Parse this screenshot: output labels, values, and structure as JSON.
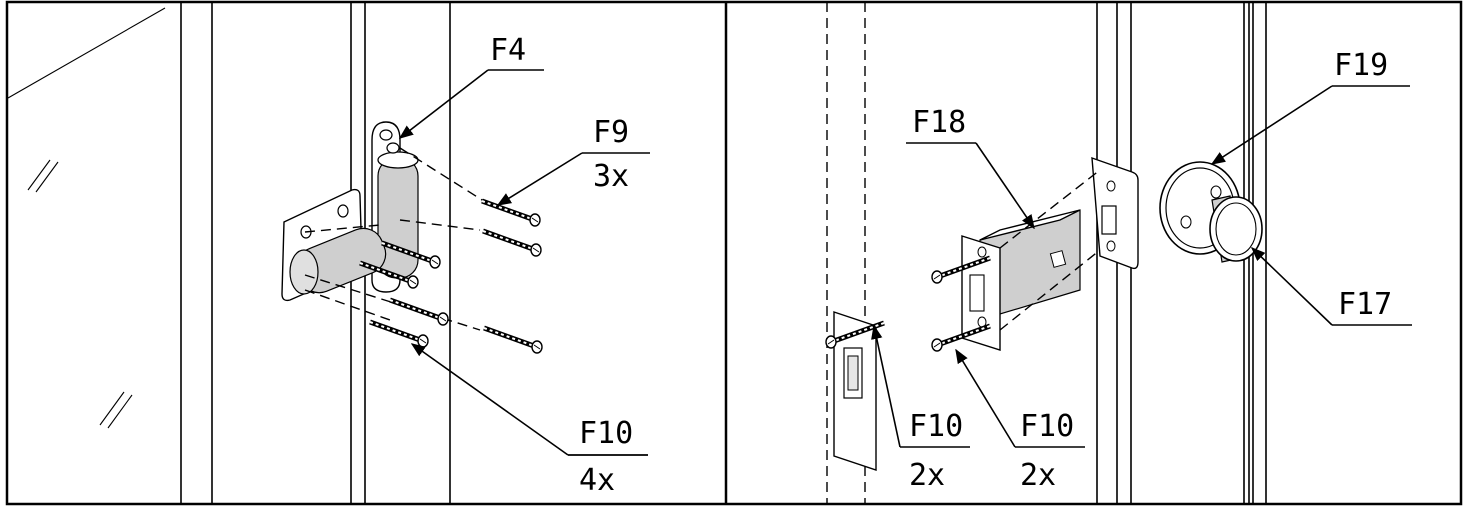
{
  "left_panel": {
    "labels": {
      "f4": "F4",
      "f9": "F9",
      "f9_qty": "3x",
      "f10": "F10",
      "f10_qty": "4x"
    }
  },
  "right_panel": {
    "labels": {
      "f18": "F18",
      "f19": "F19",
      "f17": "F17",
      "f10_a": "F10",
      "f10_a_qty": "2x",
      "f10_b": "F10",
      "f10_b_qty": "2x"
    }
  }
}
